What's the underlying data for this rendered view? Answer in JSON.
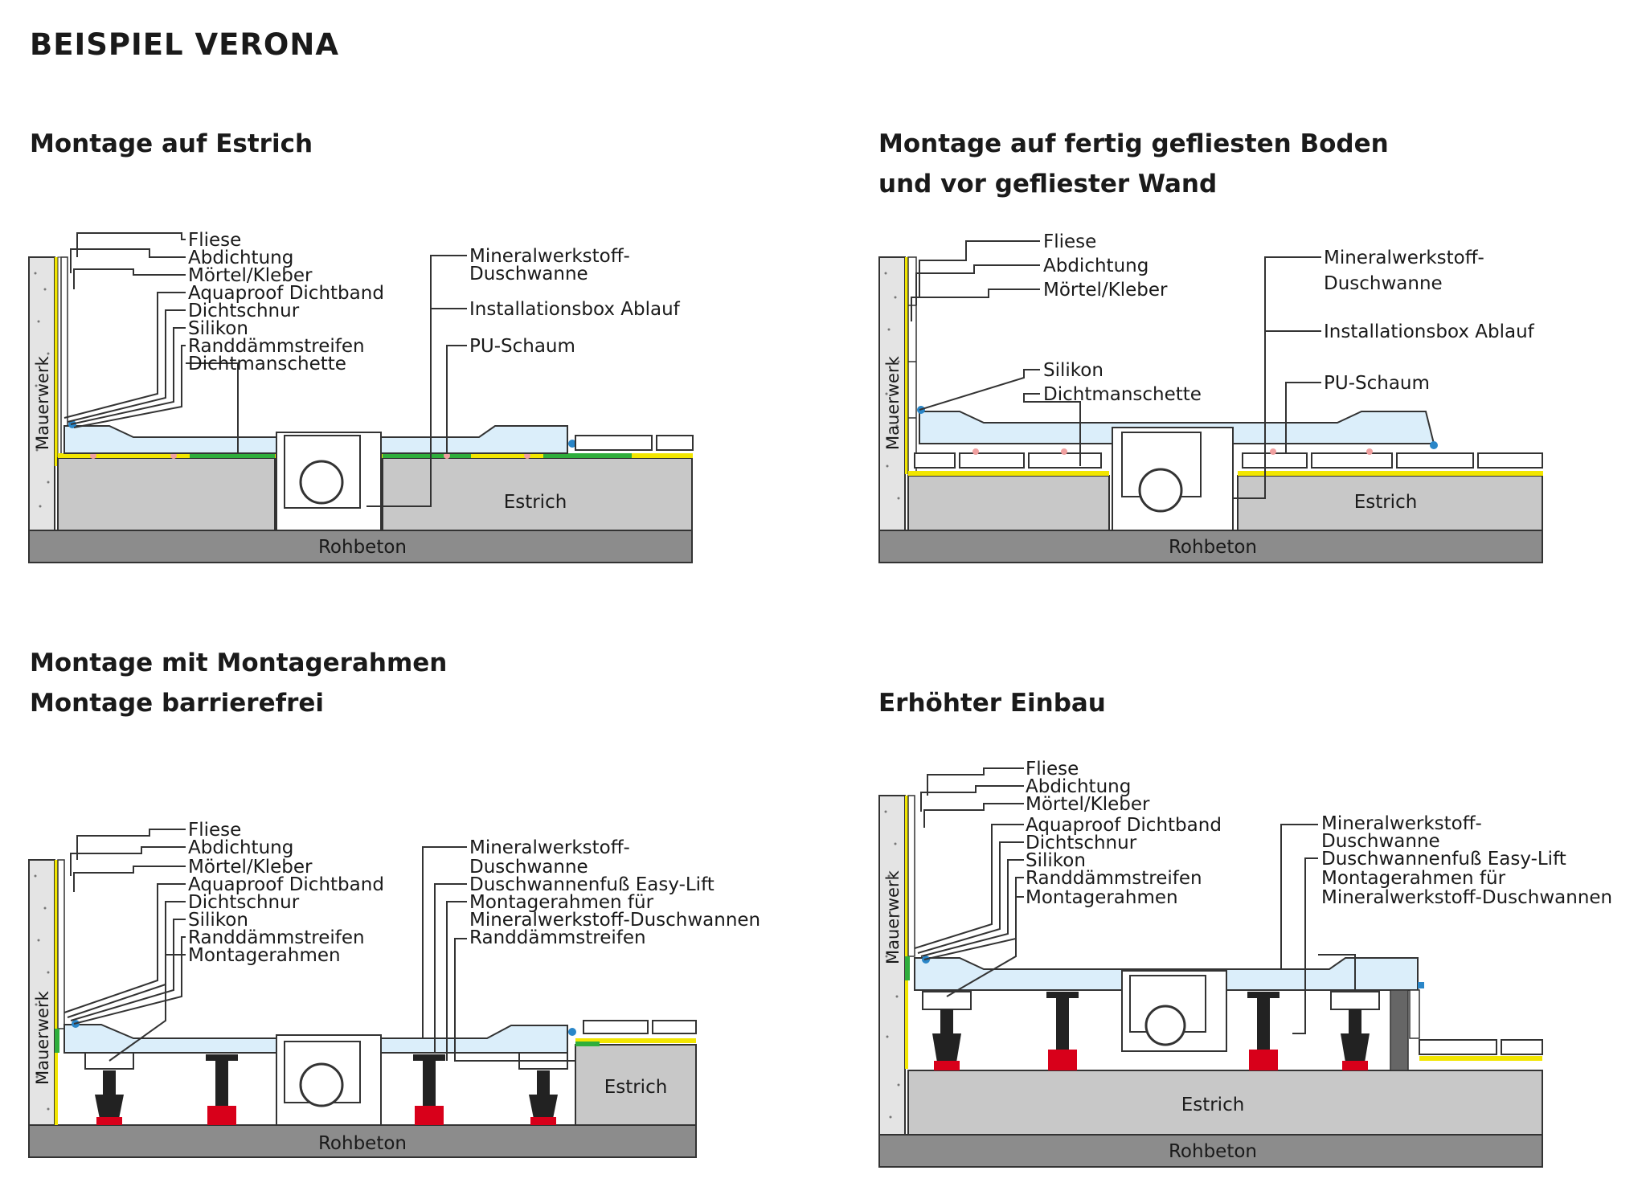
{
  "page_title": "BEISPIEL VERONA",
  "colors": {
    "concrete": "#8c8c8c",
    "screed": "#c8c8c8",
    "tray": "#dbeefa",
    "seal_yellow": "#f2e600",
    "seal_green": "#2fae3c",
    "silicone_blue": "#2a86c8",
    "foam_pink": "#f0a0a0",
    "foot_red": "#d8001a"
  },
  "panels": [
    {
      "heading": [
        "Montage auf Estrich"
      ],
      "wall_label": "Mauerwerk",
      "floor_labels": {
        "estrich": "Estrich",
        "rohbeton": "Rohbeton"
      },
      "left_labels": [
        "Fliese",
        "Abdichtung",
        "Mörtel/Kleber",
        "Aquaproof Dichtband",
        "Dichtschnur",
        "Silikon",
        "Randdämmstreifen",
        "Dichtmanschette"
      ],
      "right_labels": [
        "Mineralwerkstoff-",
        "Duschwanne",
        "Installationsbox Ablauf",
        "PU-Schaum"
      ]
    },
    {
      "heading": [
        "Montage auf fertig gefliesten Boden",
        "und vor gefliester Wand"
      ],
      "wall_label": "Mauerwerk",
      "floor_labels": {
        "estrich": "Estrich",
        "rohbeton": "Rohbeton"
      },
      "left_labels": [
        "Fliese",
        "Abdichtung",
        "Mörtel/Kleber",
        "Silikon",
        "Dichtmanschette"
      ],
      "right_labels": [
        "Mineralwerkstoff-",
        "Duschwanne",
        "Installationsbox Ablauf",
        "PU-Schaum"
      ]
    },
    {
      "heading": [
        "Montage mit Montagerahmen",
        "Montage barrierefrei"
      ],
      "wall_label": "Mauerwerk",
      "floor_labels": {
        "estrich": "Estrich",
        "rohbeton": "Rohbeton"
      },
      "left_labels": [
        "Fliese",
        "Abdichtung",
        "Mörtel/Kleber",
        "Aquaproof Dichtband",
        "Dichtschnur",
        "Silikon",
        "Randdämmstreifen",
        "Montagerahmen"
      ],
      "right_labels": [
        "Mineralwerkstoff-",
        "Duschwanne",
        "Duschwannenfuß Easy-Lift",
        "Montagerahmen für",
        "Mineralwerkstoff-Duschwannen",
        "Randdämmstreifen"
      ]
    },
    {
      "heading": [
        "Erhöhter Einbau"
      ],
      "wall_label": "Mauerwerk",
      "floor_labels": {
        "estrich": "Estrich",
        "rohbeton": "Rohbeton"
      },
      "left_labels": [
        "Fliese",
        "Abdichtung",
        "Mörtel/Kleber",
        "Aquaproof Dichtband",
        "Dichtschnur",
        "Silikon",
        "Randdämmstreifen",
        "Montagerahmen"
      ],
      "right_labels": [
        "Mineralwerkstoff-",
        "Duschwanne",
        "Duschwannenfuß Easy-Lift",
        "Montagerahmen für",
        "Mineralwerkstoff-Duschwannen"
      ]
    }
  ]
}
